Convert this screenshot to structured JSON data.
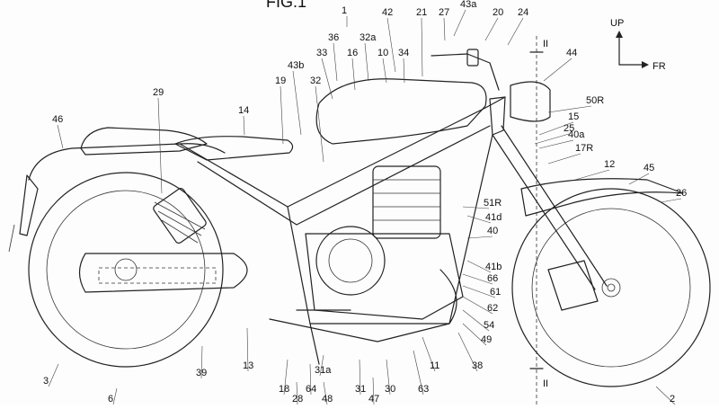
{
  "figure": {
    "title": "FIG.1",
    "index_number": "1",
    "orientation": {
      "up": "UP",
      "forward": "FR"
    },
    "section_marks": [
      "II",
      "II"
    ],
    "references": [
      "1",
      "2",
      "3",
      "6",
      "10",
      "11",
      "12",
      "13",
      "14",
      "15",
      "16",
      "17R",
      "18",
      "19",
      "20",
      "21",
      "24",
      "25",
      "26",
      "27",
      "28",
      "29",
      "30",
      "31",
      "31a",
      "32",
      "32a",
      "33",
      "34",
      "36",
      "38",
      "39",
      "40",
      "40a",
      "41b",
      "41d",
      "42",
      "43a",
      "43b",
      "44",
      "45",
      "46",
      "47",
      "48",
      "49",
      "50R",
      "51R",
      "54",
      "61",
      "62",
      "63",
      "64",
      "66"
    ]
  }
}
